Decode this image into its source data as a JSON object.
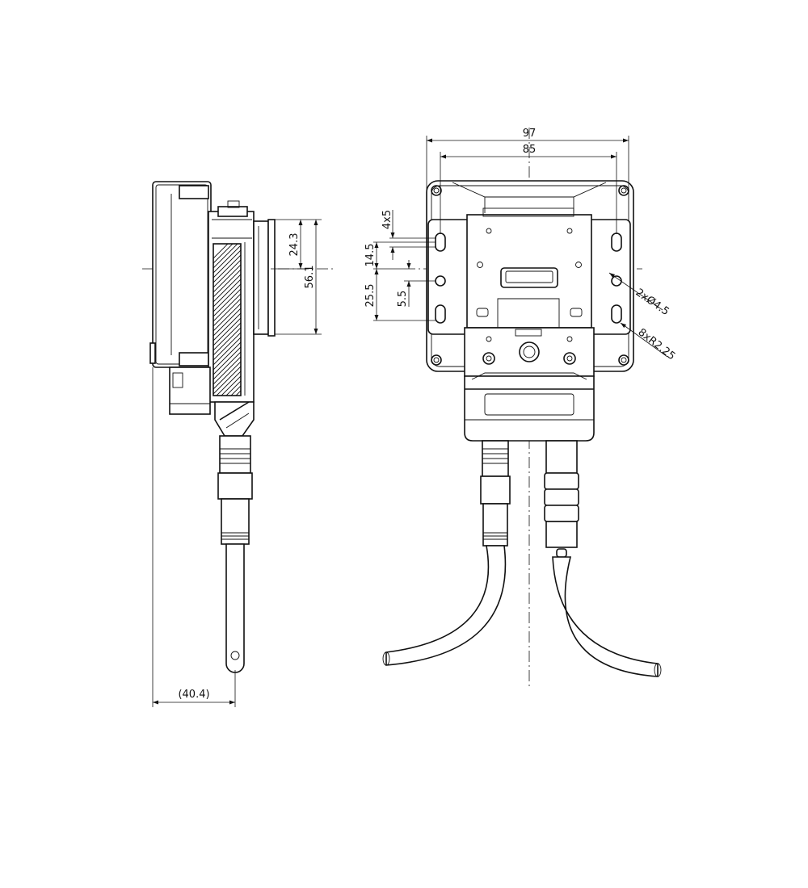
{
  "dimensions": {
    "width_outer": "97",
    "width_inner": "85",
    "slot_width": "4x5",
    "pitch_top": "14.5",
    "pitch_bottom": "25.5",
    "offset_small": "5.5",
    "hole_callout": "2xØ4.5",
    "radius_callout": "8xR2.25",
    "lens_offset": "24.3",
    "lens_height": "56.1",
    "depth_ref": "(40.4)"
  }
}
